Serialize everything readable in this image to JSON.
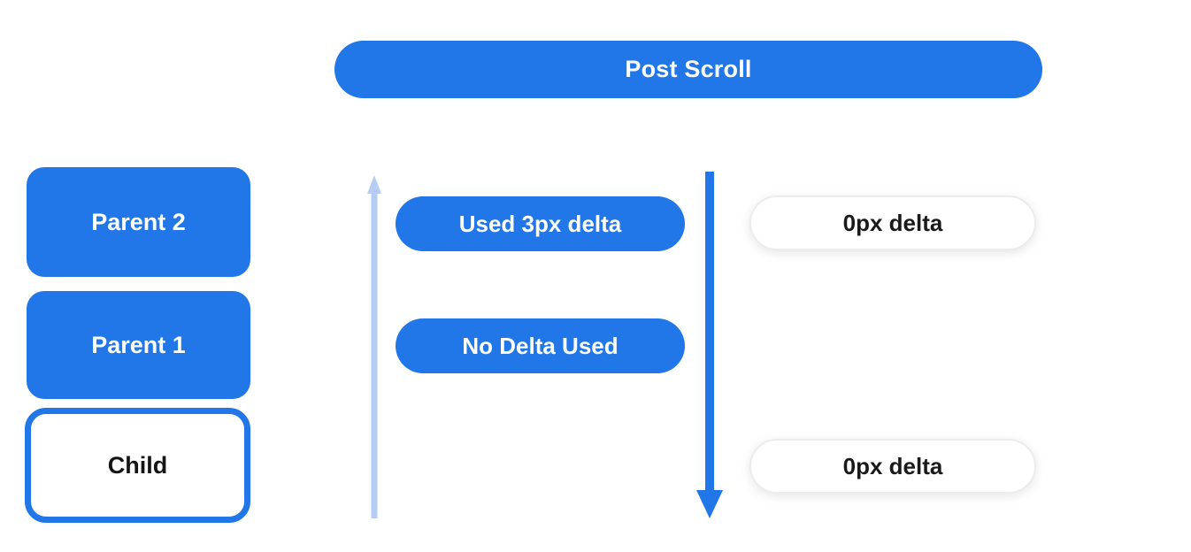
{
  "diagram": {
    "title": "Post Scroll",
    "hierarchy": [
      {
        "label": "Parent 2",
        "style": "filled"
      },
      {
        "label": "Parent 1",
        "style": "filled"
      },
      {
        "label": "Child",
        "style": "outlined"
      }
    ],
    "scroll_annotations": [
      {
        "label": "Used 3px delta"
      },
      {
        "label": "No Delta Used"
      }
    ],
    "delta_annotations": [
      {
        "label": "0px delta"
      },
      {
        "label": "0px delta"
      }
    ],
    "icons": {
      "up_arrow": "up-scroll-direction-arrow",
      "down_arrow": "down-scroll-direction-arrow"
    },
    "colors": {
      "primary_blue": "#2176E8",
      "light_blue": "#B5CDF5",
      "background": "#FFFFFF",
      "dark_text": "#1A1A1A",
      "white_pill_border": "#ECECEC"
    }
  }
}
